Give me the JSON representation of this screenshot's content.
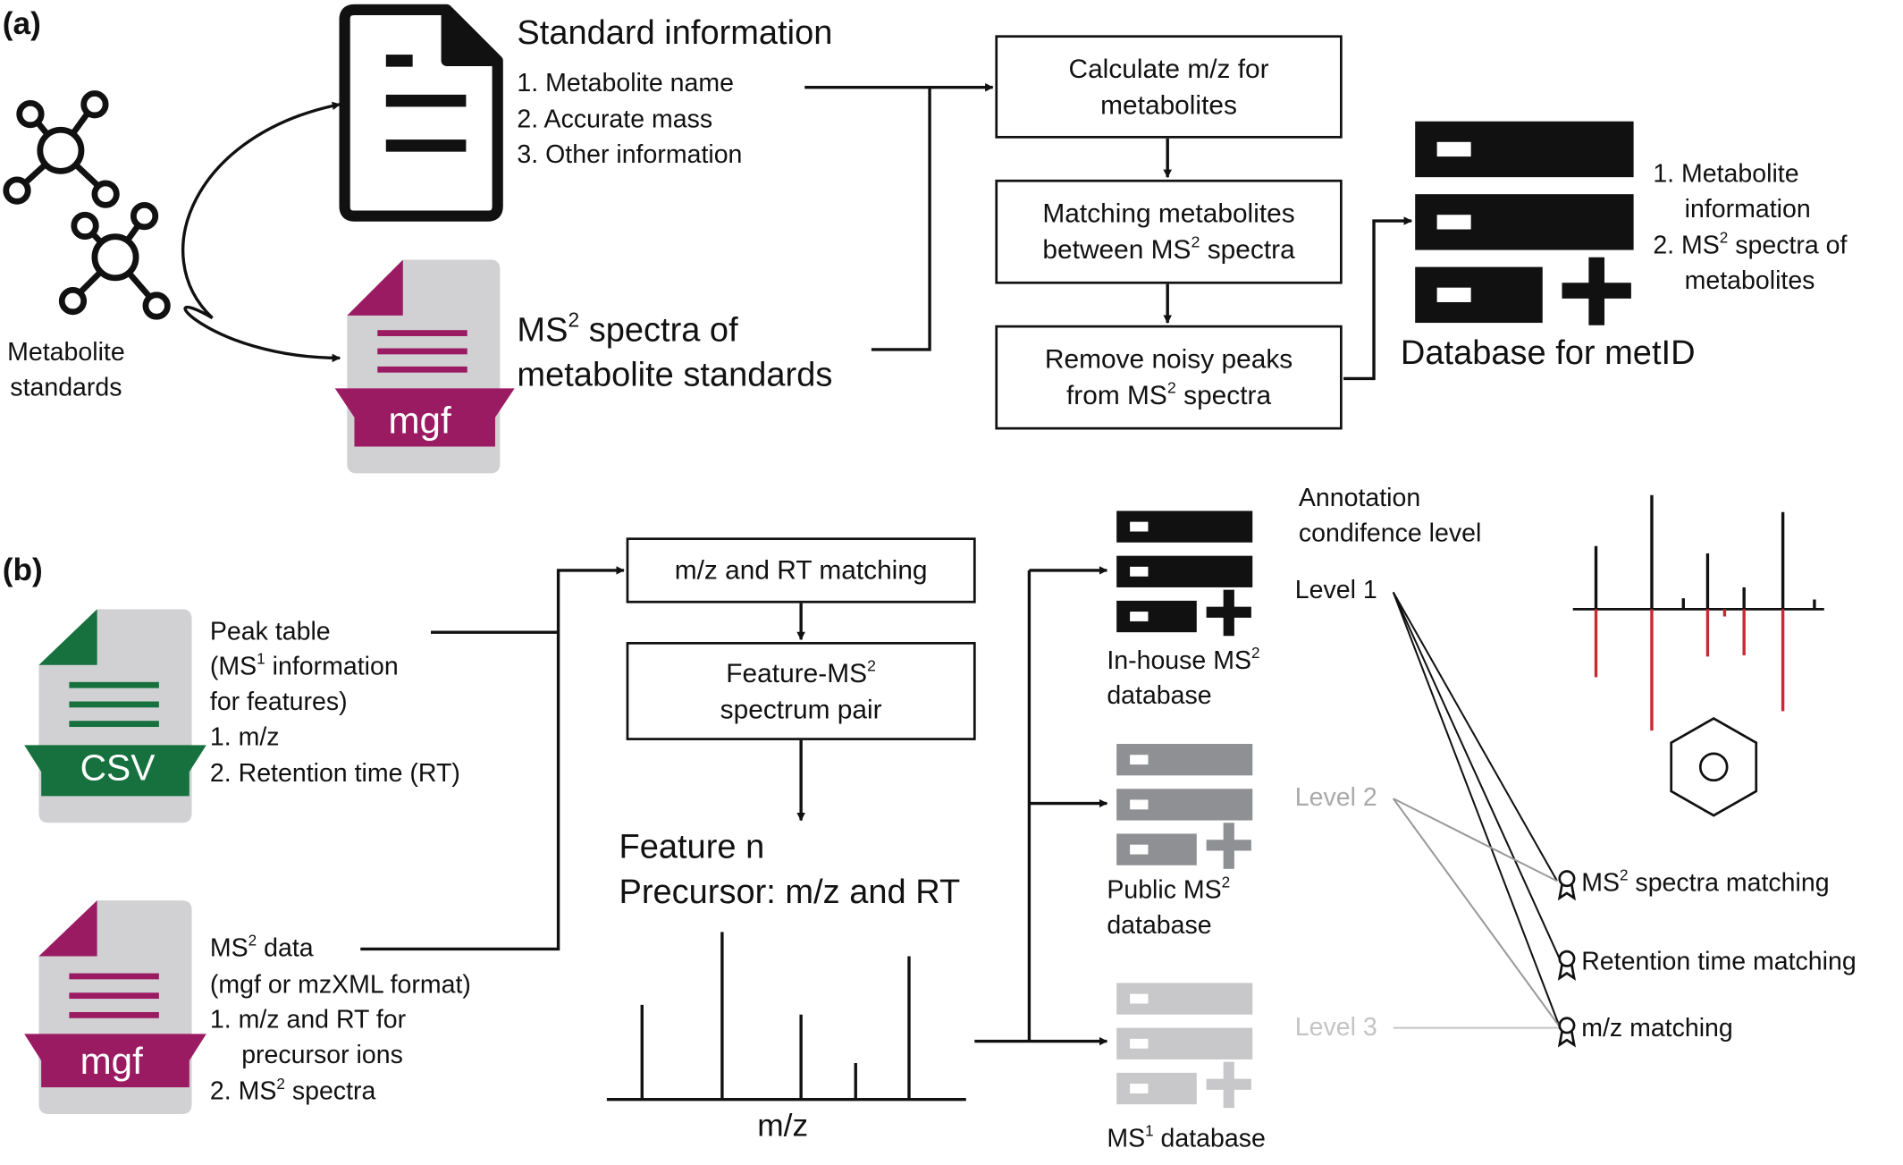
{
  "panel_a": {
    "label": "(a)",
    "metabolite_standards": "Metabolite\nstandards",
    "standard_info": {
      "title": "Standard information",
      "items": [
        "1. Metabolite name",
        "2. Accurate mass",
        "3. Other information"
      ]
    },
    "ms2_standards": {
      "line1": "MS",
      "sup": "2",
      "line1_rest": " spectra of",
      "line2": "metabolite standards"
    },
    "mgf_label": "mgf",
    "steps": {
      "calc": "Calculate m/z for\nmetabolites",
      "match_a": "Matching metabolites",
      "match_b": "between MS",
      "match_sup": "2",
      "match_c": " spectra",
      "remove_a": "Remove noisy peaks",
      "remove_b": "from MS",
      "remove_sup": "2",
      "remove_c": " spectra"
    },
    "database_title": "Database for metID",
    "database_items": {
      "i1": "1. Metabolite",
      "i1b": "information",
      "i2": "2. MS",
      "i2_sup": "2",
      "i2_rest": " spectra of",
      "i2b": "metabolites"
    }
  },
  "panel_b": {
    "label": "(b)",
    "csv_label": "CSV",
    "mgf_label": "mgf",
    "peak_table": {
      "l1": "Peak table",
      "l2a": "(MS",
      "l2sup": "1",
      "l2b": " information",
      "l3": "for features)",
      "l4": "1. m/z",
      "l5": "2. Retention time (RT)"
    },
    "ms2_data": {
      "l1a": "MS",
      "l1sup": "2",
      "l1b": " data",
      "l2": "(mgf or mzXML format)",
      "l3": "1. m/z and RT for",
      "l4": "precursor ions",
      "l5a": "2. MS",
      "l5sup": "2",
      "l5b": " spectra"
    },
    "step_mzrt": "m/z and RT matching",
    "step_pair_a": "Feature-MS",
    "step_pair_sup": "2",
    "step_pair_b": "spectrum pair",
    "feature_title": "Feature n",
    "feature_precursor": "Precursor: m/z and RT",
    "spectrum_xlabel": "m/z",
    "databases": {
      "inhouse_a": "In-house MS",
      "inhouse_sup": "2",
      "inhouse_b": "database",
      "public_a": "Public MS",
      "public_sup": "2",
      "public_b": "database",
      "ms1_a": "MS",
      "ms1_sup": "1",
      "ms1_b": " database"
    },
    "annotation_title_1": "Annotation",
    "annotation_title_2": "condifence level",
    "levels": [
      "Level 1",
      "Level 2",
      "Level 3"
    ],
    "criteria": {
      "ms2_a": "MS",
      "ms2_sup": "2",
      "ms2_b": " spectra matching",
      "rt": "Retention time matching",
      "mz": "m/z matching"
    }
  },
  "colors": {
    "mgf_magenta": "#9b1b63",
    "csv_green": "#17713f",
    "file_gray": "#d1d1d3",
    "level2_gray": "#8f9093",
    "level3_gray": "#c8c8ca",
    "mirror_red": "#c62a32"
  },
  "icons": [
    "metabolite-structure-icon",
    "document-icon",
    "mgf-file-icon",
    "csv-file-icon",
    "database-icon",
    "ribbon-icon",
    "benzene-icon"
  ]
}
